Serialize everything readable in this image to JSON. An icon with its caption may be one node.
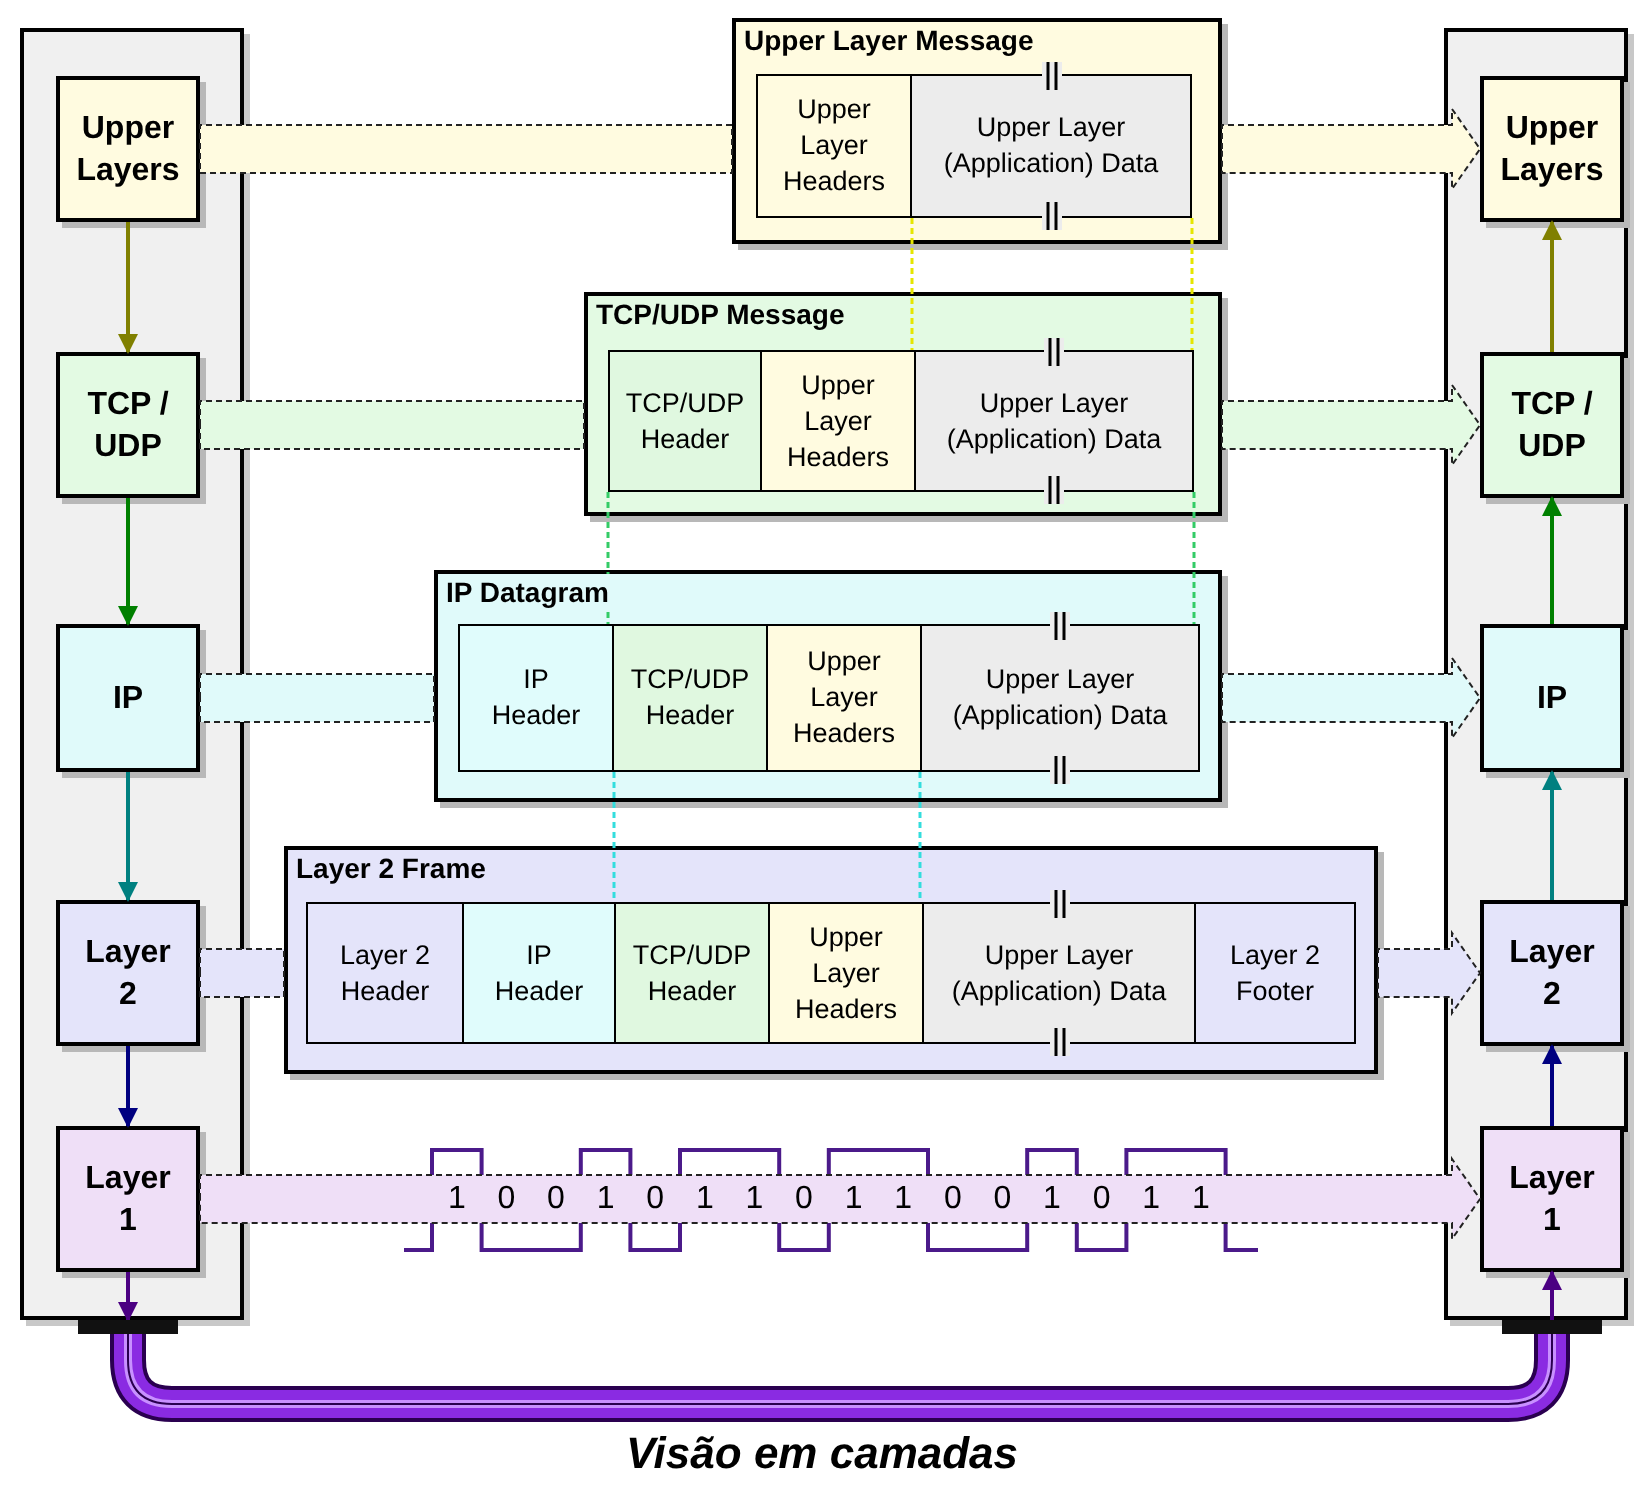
{
  "diagram": {
    "title": "Visão em camadas",
    "nodes": [
      {
        "text": [],
        "shape": "box"
      },
      {
        "text": [
          "Upper Layers"
        ],
        "in": 0
      },
      {
        "text": [
          "TCP / UDP"
        ],
        "in": 0
      },
      {
        "text": [
          "IP"
        ],
        "in": 0
      },
      {
        "text": [
          "Layer 2"
        ],
        "in": 0
      },
      {
        "text": [
          "Layer 1"
        ],
        "in": 0
      },
      {
        "text": [],
        "shape": "box"
      },
      {
        "text": [
          "Upper Layers"
        ],
        "in": 6
      },
      {
        "text": [
          "TCP / UDP"
        ],
        "in": 6
      },
      {
        "text": [
          "IP"
        ],
        "in": 6
      },
      {
        "text": [
          "Layer 2"
        ],
        "in": 6
      },
      {
        "text": [
          "Layer 1"
        ],
        "in": 6
      },
      {
        "text": [
          "Upper Layer Message"
        ]
      },
      {
        "text": [
          "Upper Layer Headers"
        ],
        "in": 12
      },
      {
        "text": [
          "Upper Layer (Application) Data"
        ],
        "in": 12
      },
      {
        "text": [
          "TCP/UDP Message"
        ]
      },
      {
        "text": [
          "TCP/UDP Header"
        ],
        "in": 15
      },
      {
        "text": [
          "Upper Layer Headers"
        ],
        "in": 15
      },
      {
        "text": [
          "Upper Layer (Application) Data"
        ],
        "in": 15
      },
      {
        "text": [
          "IP Datagram"
        ]
      },
      {
        "text": [
          "IP Header"
        ],
        "in": 19
      },
      {
        "text": [
          "TCP/UDP Header"
        ],
        "in": 19
      },
      {
        "text": [
          "Upper Layer Headers"
        ],
        "in": 19
      },
      {
        "text": [
          "Upper Layer (Application) Data"
        ],
        "in": 19
      },
      {
        "text": [
          "Layer 2 Frame"
        ]
      },
      {
        "text": [
          "Layer 2 Header"
        ],
        "in": 24
      },
      {
        "text": [
          "IP Header"
        ],
        "in": 24
      },
      {
        "text": [
          "TCP/UDP Header"
        ],
        "in": 24
      },
      {
        "text": [
          "Upper Layer Headers"
        ],
        "in": 24
      },
      {
        "text": [
          "Upper Layer (Application) Data"
        ],
        "in": 24
      },
      {
        "text": [
          "Layer 2 Footer"
        ],
        "in": 24
      }
    ],
    "edges": [
      {
        "from": 1,
        "to": 2,
        "arrow": "to",
        "color": "#808000"
      },
      {
        "from": 2,
        "to": 3,
        "arrow": "to",
        "color": "#008000"
      },
      {
        "from": 3,
        "to": 4,
        "arrow": "to",
        "color": "#008080"
      },
      {
        "from": 4,
        "to": 5,
        "arrow": "to",
        "color": "#000080"
      },
      {
        "from": 5,
        "to": null,
        "arrow": "to",
        "color": "#4b0082"
      },
      {
        "from": null,
        "to": 11,
        "arrow": "to",
        "color": "#4b0082"
      },
      {
        "from": 11,
        "to": 10,
        "arrow": "to",
        "color": "#000080"
      },
      {
        "from": 10,
        "to": 9,
        "arrow": "to",
        "color": "#008080"
      },
      {
        "from": 9,
        "to": 8,
        "arrow": "to",
        "color": "#008000"
      },
      {
        "from": 8,
        "to": 7,
        "arrow": "to",
        "color": "#808000"
      },
      {
        "from": 1,
        "to": 12,
        "arrow": "none",
        "style": "dashed",
        "color": "#fffbe0"
      },
      {
        "from": 12,
        "to": 7,
        "arrow": "to",
        "style": "dashed",
        "color": "#fffbe0"
      },
      {
        "from": 2,
        "to": 15,
        "arrow": "none",
        "style": "dashed",
        "color": "#e3fae3"
      },
      {
        "from": 15,
        "to": 8,
        "arrow": "to",
        "style": "dashed",
        "color": "#e3fae3"
      },
      {
        "from": 3,
        "to": 19,
        "arrow": "none",
        "style": "dashed",
        "color": "#e0fafa"
      },
      {
        "from": 19,
        "to": 9,
        "arrow": "to",
        "style": "dashed",
        "color": "#e0fafa"
      },
      {
        "from": 4,
        "to": 24,
        "arrow": "none",
        "style": "dashed",
        "color": "#e4e4fa"
      },
      {
        "from": 24,
        "to": 10,
        "arrow": "to",
        "style": "dashed",
        "color": "#e4e4fa"
      },
      {
        "from": 5,
        "to": 11,
        "arrow": "to",
        "style": "dashed",
        "color": "#efdff7"
      },
      {
        "from": 13,
        "to": 17,
        "arrow": "none",
        "style": "dashed",
        "color": "#e6e600"
      },
      {
        "from": 14,
        "to": 18,
        "arrow": "none",
        "style": "dashed",
        "color": "#e6e600"
      },
      {
        "from": 16,
        "to": 21,
        "arrow": "none",
        "style": "dashed",
        "color": "#33cc66"
      },
      {
        "from": 18,
        "to": 23,
        "arrow": "none",
        "style": "dashed",
        "color": "#33cc66"
      },
      {
        "from": 20,
        "to": 26,
        "arrow": "none",
        "style": "dashed",
        "color": "#33dddd"
      },
      {
        "from": 23,
        "to": 29,
        "arrow": "none",
        "style": "dashed",
        "color": "#33dddd"
      },
      {
        "from": 0,
        "to": 6,
        "arrow": "none",
        "style": "thick",
        "color": "#8a2be2"
      }
    ],
    "labels": [
      "1",
      "0",
      "0",
      "1",
      "0",
      "1",
      "1",
      "0",
      "1",
      "1",
      "0",
      "0",
      "1",
      "0",
      "1",
      "1"
    ]
  }
}
